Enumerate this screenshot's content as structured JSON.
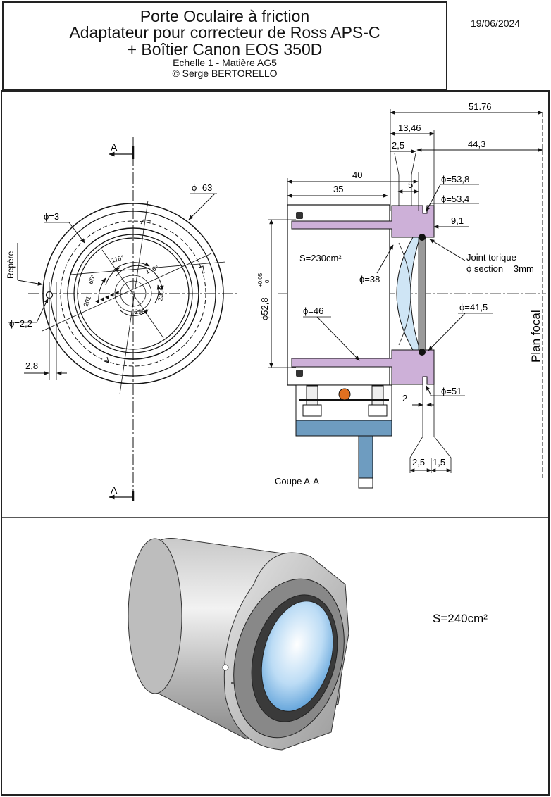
{
  "header": {
    "title_line1": "Porte Oculaire à friction",
    "title_line2": "Adaptateur pour correcteur de Ross APS-C",
    "title_line3": "+ Boîtier Canon EOS 350D",
    "scale_material": "Echelle 1 - Matière AG5",
    "author": "© Serge BERTORELLO",
    "date": "19/06/2024"
  },
  "front_view": {
    "section_mark": "A",
    "phi63": "ϕ=63",
    "phi3": "ϕ=3",
    "repere": "Repère",
    "phi22": "ϕ=2,2",
    "dim28": "2,8",
    "angles": [
      "118°",
      "176°",
      "65°",
      "201",
      "230°",
      "296°"
    ]
  },
  "section_view": {
    "dims": {
      "d5176": "51.76",
      "d1346": "13,46",
      "d25top": "2,5",
      "d443": "44,3",
      "d40": "40",
      "d35": "35",
      "d5": "5",
      "phi538": "ϕ=53,8",
      "phi534": "ϕ=53,4",
      "d91": "9,1",
      "surface": "S=230cm²",
      "phi38": "ϕ=38",
      "phi528": "ϕ52,8",
      "tol_plus": "+0,05",
      "tol_zero": "0",
      "phi46": "ϕ=46",
      "phi415": "ϕ=41,5",
      "phi51": "ϕ=51",
      "d2": "2",
      "d25bot": "2,5",
      "d15": "1,5"
    },
    "joint_line1": "Joint torique",
    "joint_line2": "ϕ section = 3mm",
    "plan_focal": "Plan focal",
    "caption": "Coupe A-A"
  },
  "render_3d": {
    "surface": "S=240cm²"
  },
  "colors": {
    "body_fill": "#cdb0d8",
    "lens_fill": "#cfe5f5",
    "clamp_fill": "#6e9cc0",
    "screw_fill": "#e07020",
    "line": "#111111"
  }
}
